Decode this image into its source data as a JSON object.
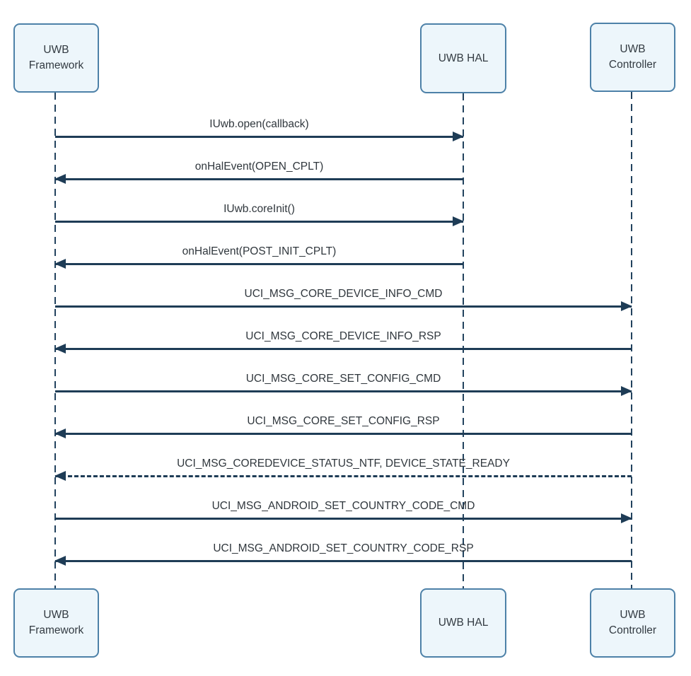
{
  "diagram": {
    "type": "sequence-diagram",
    "background": "#ffffff",
    "colors": {
      "actor_fill": "#edf6fb",
      "actor_border": "#4d81a8",
      "line": "#1e3c56",
      "label_text": "#30373d"
    },
    "actors": [
      {
        "id": "framework",
        "label": "UWB Framework"
      },
      {
        "id": "hal",
        "label": "UWB HAL"
      },
      {
        "id": "controller",
        "label": "UWB Controller"
      }
    ],
    "messages": [
      {
        "label": "IUwb.open(callback)",
        "from": "framework",
        "to": "hal",
        "line": "solid"
      },
      {
        "label": "onHalEvent(OPEN_CPLT)",
        "from": "hal",
        "to": "framework",
        "line": "solid"
      },
      {
        "label": "IUwb.coreInit()",
        "from": "framework",
        "to": "hal",
        "line": "solid"
      },
      {
        "label": "onHalEvent(POST_INIT_CPLT)",
        "from": "hal",
        "to": "framework",
        "line": "solid"
      },
      {
        "label": "UCI_MSG_CORE_DEVICE_INFO_CMD",
        "from": "framework",
        "to": "controller",
        "line": "solid"
      },
      {
        "label": "UCI_MSG_CORE_DEVICE_INFO_RSP",
        "from": "controller",
        "to": "framework",
        "line": "solid"
      },
      {
        "label": "UCI_MSG_CORE_SET_CONFIG_CMD",
        "from": "framework",
        "to": "controller",
        "line": "solid"
      },
      {
        "label": "UCI_MSG_CORE_SET_CONFIG_RSP",
        "from": "controller",
        "to": "framework",
        "line": "solid"
      },
      {
        "label": "UCI_MSG_COREDEVICE_STATUS_NTF, DEVICE_STATE_READY",
        "from": "controller",
        "to": "framework",
        "line": "dashed"
      },
      {
        "label": "UCI_MSG_ANDROID_SET_COUNTRY_CODE_CMD",
        "from": "framework",
        "to": "controller",
        "line": "solid"
      },
      {
        "label": "UCI_MSG_ANDROID_SET_COUNTRY_CODE_RSP",
        "from": "controller",
        "to": "framework",
        "line": "solid"
      }
    ]
  }
}
